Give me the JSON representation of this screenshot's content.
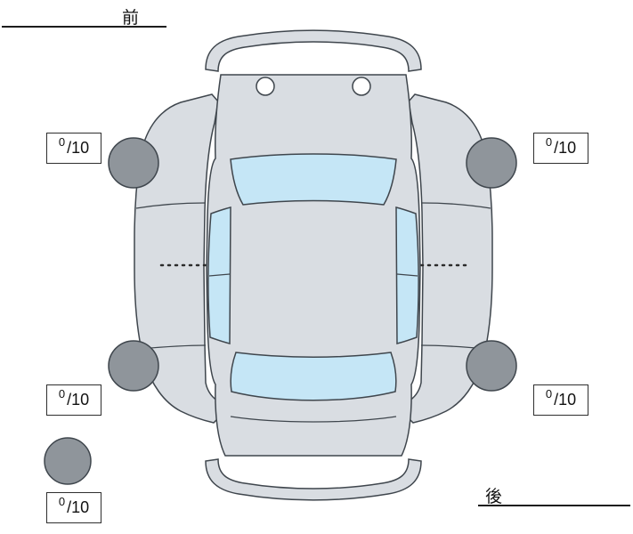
{
  "diagram": {
    "front_label": "前",
    "rear_label": "後"
  },
  "scores": {
    "front_left": {
      "value": "0",
      "max": "/10"
    },
    "front_right": {
      "value": "0",
      "max": "/10"
    },
    "rear_left": {
      "value": "0",
      "max": "/10"
    },
    "rear_right": {
      "value": "0",
      "max": "/10"
    },
    "spare": {
      "value": "0",
      "max": "/10"
    }
  },
  "colors": {
    "body": "#d9dde2",
    "glass": "#c5e6f6",
    "wheel": "#8f959b",
    "outline": "#3f464d",
    "line": "#2b2b2b"
  }
}
